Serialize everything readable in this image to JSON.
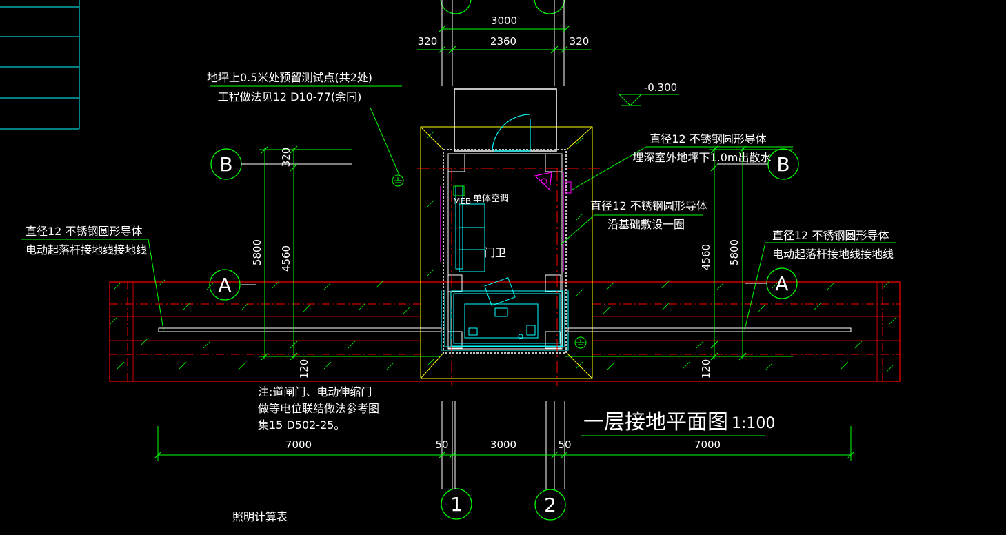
{
  "drawing": {
    "title": "一层接地平面图",
    "scale": "1:100",
    "table_caption": "照明计算表"
  },
  "axes": {
    "col_1": "1",
    "col_2": "2",
    "row_a": "A",
    "row_b": "B"
  },
  "dimensions": {
    "top_total": "3000",
    "top_left": "320",
    "top_mid": "2360",
    "top_right": "320",
    "left_outer": "5800",
    "left_inner": "4560",
    "left_top": "320",
    "left_bottom": "120",
    "right_inner": "4560",
    "right_outer": "5800",
    "right_bottom": "120",
    "bottom_left": "7000",
    "bottom_gap_left": "50",
    "bottom_mid": "3000",
    "bottom_gap_right": "50",
    "bottom_right": "7000"
  },
  "level_mark": "-0.300",
  "room": {
    "name": "门卫",
    "meb": "MEB",
    "ac": "单体空调"
  },
  "notes": {
    "test_point_1": "地坪上0.5米处预留测试点(共2处)",
    "test_point_2": "工程做法见12 D10-77(余同)",
    "outlet_1": "直径12 不锈钢圆形导体",
    "outlet_2": "埋深室外地坪下1.0m出散水",
    "ring_1": "直径12 不锈钢圆形导体",
    "ring_2": "沿基础敷设一圈",
    "left_gate_1": "直径12 不锈钢圆形导体",
    "left_gate_2": "电动起落杆接地线接地线",
    "right_gate_1": "直径12 不锈钢圆形导体",
    "right_gate_2": "电动起落杆接地线接地线",
    "remark_1": "注:道闸门、电动伸缩门",
    "remark_2": "做等电位联结做法参考图",
    "remark_3": "集15 D502-25。"
  },
  "colors": {
    "background": "#000000",
    "dim_line": "#00ff00",
    "axis_circle": "#00ff00",
    "wall": "#ffffff",
    "slab": "#ff0000",
    "hatch": "#00ff00",
    "equipment": "#00ffff",
    "magenta": "#ff00ff",
    "yellow": "#ffff00"
  }
}
